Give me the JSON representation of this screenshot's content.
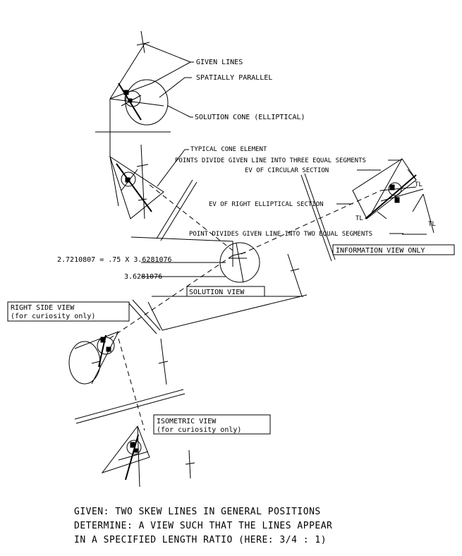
{
  "labels": {
    "given_lines": "GIVEN LINES",
    "spatially_parallel": "SPATIALLY PARALLEL",
    "solution_cone": "SOLUTION CONE (ELLIPTICAL)",
    "typical_cone_element": "TYPICAL CONE ELEMENT",
    "points_divide": "POINTS DIVIDE GIVEN LINE INTO THREE EQUAL SEGMENTS",
    "ev_circular": "EV OF CIRCULAR SECTION",
    "ev_right_elliptical": "EV OF RIGHT ELLIPTICAL SECTION",
    "point_divides": "POINT DIVIDES GIVEN LINE INTO TWO EQUAL SEGMENTS",
    "information_view": "INFORMATION VIEW ONLY",
    "equation": "2.7210807 = .75 X 3.6281076",
    "length_value": "3.6281076",
    "solution_view": "SOLUTION VIEW",
    "right_side_view_1": "RIGHT SIDE VIEW",
    "right_side_view_2": "(for curiosity only)",
    "isometric_view_1": "ISOMETRIC VIEW",
    "isometric_view_2": "(for curiosity only)",
    "tl": "TL"
  },
  "caption": {
    "line1": "GIVEN: TWO SKEW LINES IN GENERAL POSITIONS",
    "line2": "DETERMINE: A VIEW SUCH THAT THE LINES APPEAR",
    "line3": "IN A SPECIFIED LENGTH RATIO (HERE:  3/4 : 1)"
  },
  "colors": {
    "ink": "#000000",
    "paper": "#ffffff"
  }
}
